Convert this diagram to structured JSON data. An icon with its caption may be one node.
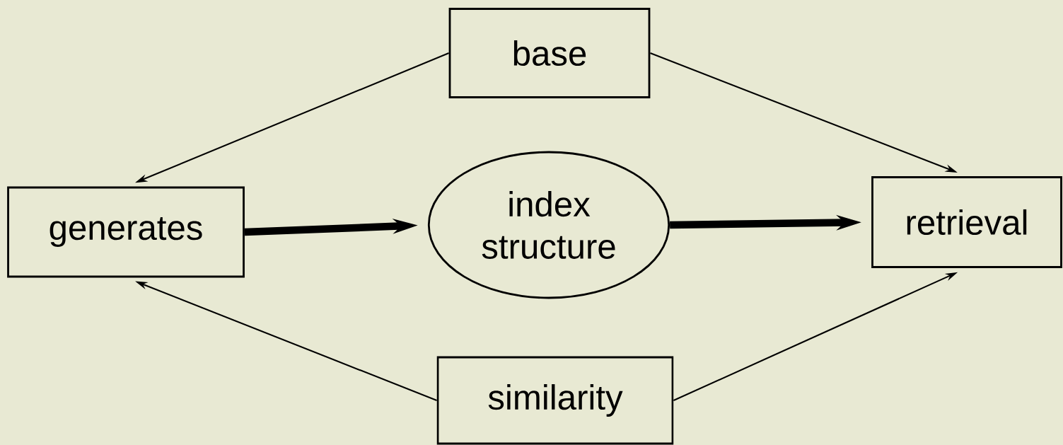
{
  "diagram": {
    "nodes": [
      {
        "text": [
          "base"
        ]
      },
      {
        "text": [
          "generates"
        ]
      },
      {
        "text": [
          "index structure"
        ]
      },
      {
        "text": [
          "retrieval"
        ]
      },
      {
        "text": [
          "similarity"
        ]
      }
    ],
    "edges": [
      {
        "from": 0,
        "to": 1,
        "arrow": "to"
      },
      {
        "from": 0,
        "to": 3,
        "arrow": "to"
      },
      {
        "from": 1,
        "to": 2,
        "arrow": "to",
        "style": "thick"
      },
      {
        "from": 2,
        "to": 3,
        "arrow": "to",
        "style": "thick"
      },
      {
        "from": 4,
        "to": 1,
        "arrow": "to"
      },
      {
        "from": 4,
        "to": 3,
        "arrow": "to"
      }
    ]
  }
}
